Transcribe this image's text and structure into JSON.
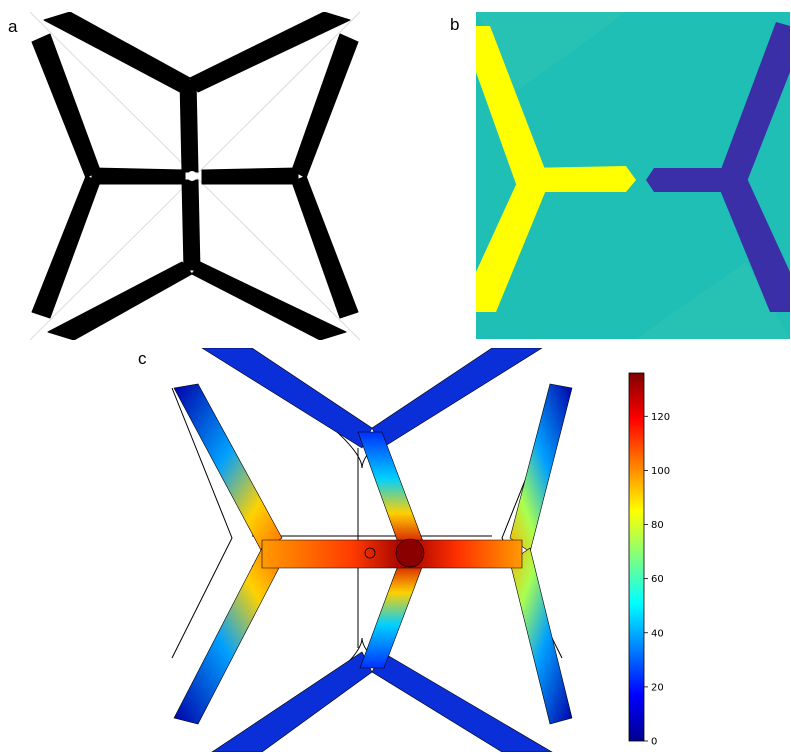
{
  "panels": {
    "a": {
      "label": "a"
    },
    "b": {
      "label": "b"
    },
    "c": {
      "label": "c"
    }
  },
  "colors": {
    "black_phase": "#000000",
    "yellow_phase": "#ffff00",
    "blue_phase": "#3a2fa6",
    "background_teal": "#1fbfb5",
    "outline": "#000000"
  },
  "colorbar": {
    "ticks": [
      "0",
      "20",
      "40",
      "60",
      "80",
      "100",
      "120"
    ],
    "min": 0,
    "max": 136,
    "colormap": "jet"
  }
}
